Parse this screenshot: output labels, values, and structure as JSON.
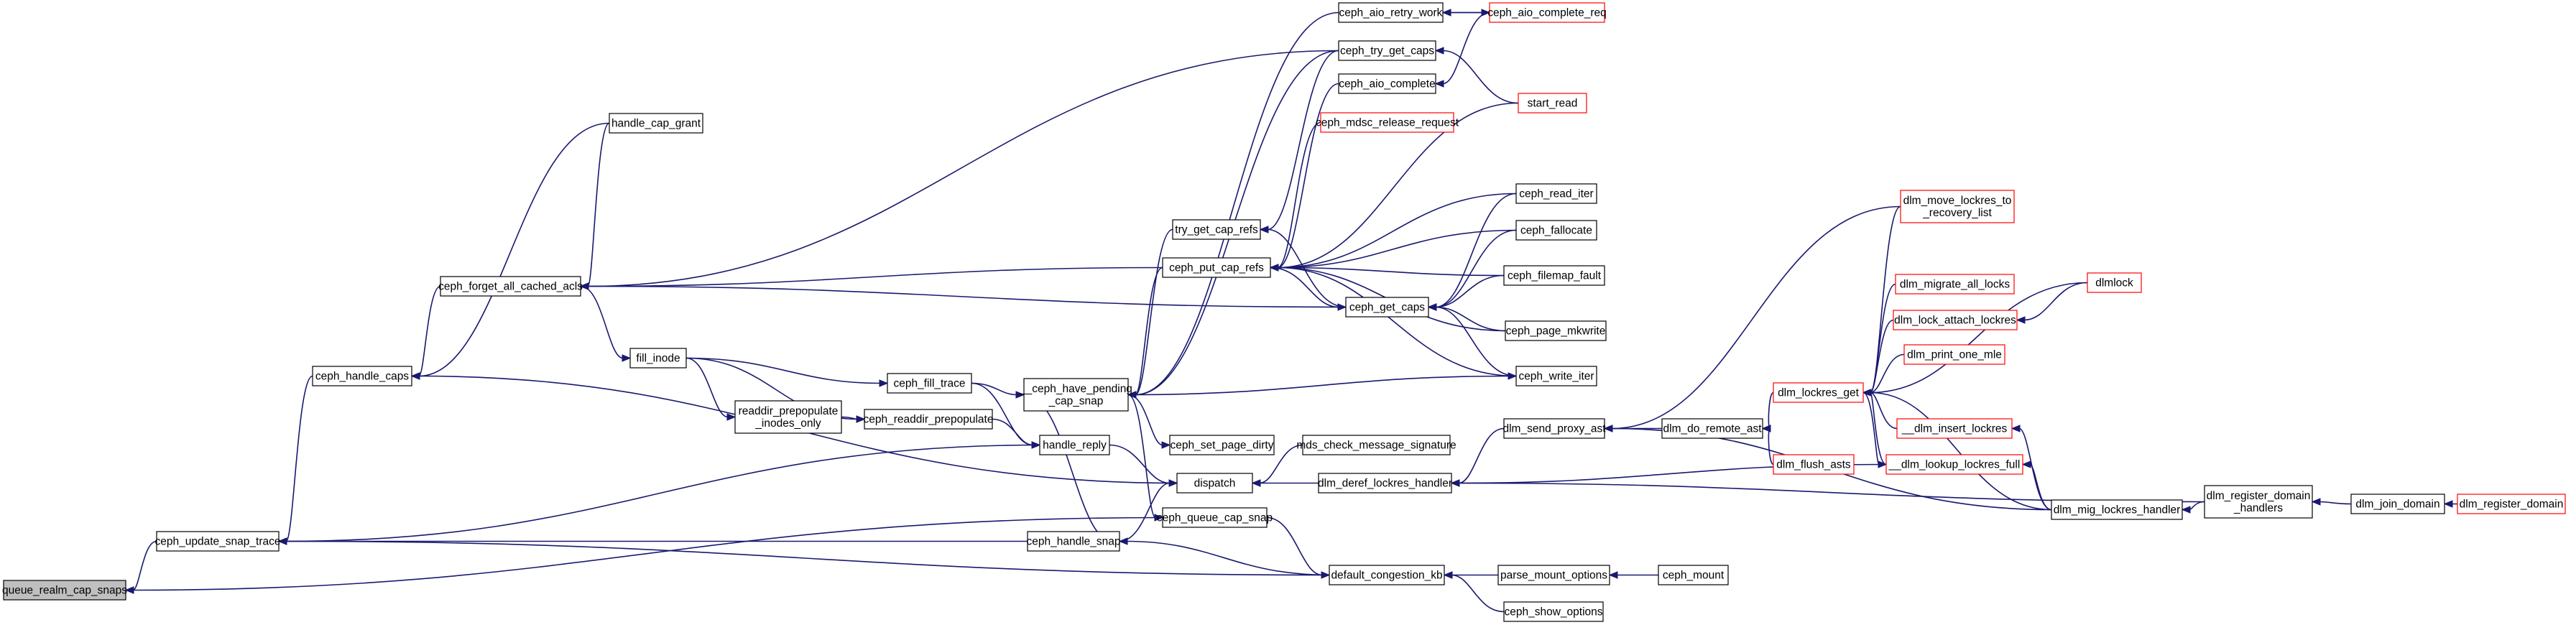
{
  "diagram": {
    "colors": {
      "edge": "#191970",
      "border": "#000000",
      "highlight_border": "#ff0000",
      "current_fill": "#bfbfbf"
    },
    "nodes": [
      {
        "id": "queue_realm_cap_snaps",
        "lines": [
          "queue_realm_cap_snaps"
        ],
        "style": "current"
      },
      {
        "id": "ceph_update_snap_trace",
        "lines": [
          "ceph_update_snap_trace"
        ],
        "style": "normal"
      },
      {
        "id": "ceph_handle_caps",
        "lines": [
          "ceph_handle_caps"
        ],
        "style": "normal"
      },
      {
        "id": "handle_cap_grant",
        "lines": [
          "handle_cap_grant"
        ],
        "style": "normal"
      },
      {
        "id": "ceph_forget_all_cached_acls",
        "lines": [
          "ceph_forget_all_cached_acls"
        ],
        "style": "normal"
      },
      {
        "id": "fill_inode",
        "lines": [
          "fill_inode"
        ],
        "style": "normal"
      },
      {
        "id": "readdir_prepopulate_inodes_only",
        "lines": [
          "readdir_prepopulate",
          "_inodes_only"
        ],
        "style": "normal"
      },
      {
        "id": "ceph_readdir_prepopulate",
        "lines": [
          "ceph_readdir_prepopulate"
        ],
        "style": "normal"
      },
      {
        "id": "ceph_fill_trace",
        "lines": [
          "ceph_fill_trace"
        ],
        "style": "normal"
      },
      {
        "id": "handle_reply",
        "lines": [
          "handle_reply"
        ],
        "style": "normal"
      },
      {
        "id": "ceph_handle_snap",
        "lines": [
          "ceph_handle_snap"
        ],
        "style": "normal"
      },
      {
        "id": "__ceph_have_pending_cap_snap",
        "lines": [
          "__ceph_have_pending",
          "_cap_snap"
        ],
        "style": "normal"
      },
      {
        "id": "try_get_cap_refs",
        "lines": [
          "try_get_cap_refs"
        ],
        "style": "normal"
      },
      {
        "id": "ceph_put_cap_refs",
        "lines": [
          "ceph_put_cap_refs"
        ],
        "style": "normal"
      },
      {
        "id": "ceph_set_page_dirty",
        "lines": [
          "ceph_set_page_dirty"
        ],
        "style": "normal"
      },
      {
        "id": "dispatch",
        "lines": [
          "dispatch"
        ],
        "style": "normal"
      },
      {
        "id": "ceph_queue_cap_snap",
        "lines": [
          "ceph_queue_cap_snap"
        ],
        "style": "normal"
      },
      {
        "id": "default_congestion_kb",
        "lines": [
          "default_congestion_kb"
        ],
        "style": "normal"
      },
      {
        "id": "ceph_aio_retry_work",
        "lines": [
          "ceph_aio_retry_work"
        ],
        "style": "normal"
      },
      {
        "id": "ceph_aio_complete_req",
        "lines": [
          "ceph_aio_complete_req"
        ],
        "style": "red"
      },
      {
        "id": "ceph_try_get_caps",
        "lines": [
          "ceph_try_get_caps"
        ],
        "style": "normal"
      },
      {
        "id": "ceph_aio_complete",
        "lines": [
          "ceph_aio_complete"
        ],
        "style": "normal"
      },
      {
        "id": "ceph_mdsc_release_request",
        "lines": [
          "ceph_mdsc_release_request"
        ],
        "style": "red"
      },
      {
        "id": "start_read",
        "lines": [
          "start_read"
        ],
        "style": "red"
      },
      {
        "id": "ceph_get_caps",
        "lines": [
          "ceph_get_caps"
        ],
        "style": "normal"
      },
      {
        "id": "ceph_read_iter",
        "lines": [
          "ceph_read_iter"
        ],
        "style": "normal"
      },
      {
        "id": "ceph_fallocate",
        "lines": [
          "ceph_fallocate"
        ],
        "style": "normal"
      },
      {
        "id": "ceph_filemap_fault",
        "lines": [
          "ceph_filemap_fault"
        ],
        "style": "normal"
      },
      {
        "id": "ceph_page_mkwrite",
        "lines": [
          "ceph_page_mkwrite"
        ],
        "style": "normal"
      },
      {
        "id": "ceph_write_iter",
        "lines": [
          "ceph_write_iter"
        ],
        "style": "normal"
      },
      {
        "id": "mds_check_message_signature",
        "lines": [
          "mds_check_message_signature"
        ],
        "style": "normal"
      },
      {
        "id": "dlm_deref_lockres_handler",
        "lines": [
          "dlm_deref_lockres_handler"
        ],
        "style": "normal"
      },
      {
        "id": "parse_mount_options",
        "lines": [
          "parse_mount_options"
        ],
        "style": "normal"
      },
      {
        "id": "ceph_show_options",
        "lines": [
          "ceph_show_options"
        ],
        "style": "normal"
      },
      {
        "id": "ceph_mount",
        "lines": [
          "ceph_mount"
        ],
        "style": "normal"
      },
      {
        "id": "dlm_send_proxy_ast",
        "lines": [
          "dlm_send_proxy_ast"
        ],
        "style": "normal"
      },
      {
        "id": "dlm_do_remote_ast",
        "lines": [
          "dlm_do_remote_ast"
        ],
        "style": "normal"
      },
      {
        "id": "dlm_flush_asts",
        "lines": [
          "dlm_flush_asts"
        ],
        "style": "red"
      },
      {
        "id": "dlm_lockres_get",
        "lines": [
          "dlm_lockres_get"
        ],
        "style": "red"
      },
      {
        "id": "dlm_move_lockres_to_recovery_list",
        "lines": [
          "dlm_move_lockres_to",
          "_recovery_list"
        ],
        "style": "red"
      },
      {
        "id": "dlm_migrate_all_locks",
        "lines": [
          "dlm_migrate_all_locks"
        ],
        "style": "red"
      },
      {
        "id": "dlm_lock_attach_lockres",
        "lines": [
          "dlm_lock_attach_lockres"
        ],
        "style": "red"
      },
      {
        "id": "dlm_print_one_mle",
        "lines": [
          "dlm_print_one_mle"
        ],
        "style": "red"
      },
      {
        "id": "__dlm_insert_lockres",
        "lines": [
          "__dlm_insert_lockres"
        ],
        "style": "red"
      },
      {
        "id": "__dlm_lookup_lockres_full",
        "lines": [
          "__dlm_lookup_lockres_full"
        ],
        "style": "red"
      },
      {
        "id": "dlm_mig_lockres_handler",
        "lines": [
          "dlm_mig_lockres_handler"
        ],
        "style": "normal"
      },
      {
        "id": "dlmlock",
        "lines": [
          "dlmlock"
        ],
        "style": "red"
      },
      {
        "id": "dlm_register_domain_handlers",
        "lines": [
          "dlm_register_domain",
          "_handlers"
        ],
        "style": "normal"
      },
      {
        "id": "dlm_join_domain",
        "lines": [
          "dlm_join_domain"
        ],
        "style": "normal"
      },
      {
        "id": "dlm_register_domain",
        "lines": [
          "dlm_register_domain"
        ],
        "style": "red"
      }
    ],
    "edges": [
      [
        "queue_realm_cap_snaps",
        "ceph_update_snap_trace"
      ],
      [
        "queue_realm_cap_snaps",
        "ceph_queue_cap_snap"
      ],
      [
        "ceph_update_snap_trace",
        "ceph_handle_caps"
      ],
      [
        "ceph_update_snap_trace",
        "handle_reply"
      ],
      [
        "ceph_update_snap_trace",
        "ceph_handle_snap"
      ],
      [
        "ceph_update_snap_trace",
        "default_congestion_kb"
      ],
      [
        "ceph_handle_caps",
        "handle_cap_grant"
      ],
      [
        "ceph_handle_caps",
        "ceph_forget_all_cached_acls"
      ],
      [
        "ceph_handle_caps",
        "dispatch"
      ],
      [
        "ceph_forget_all_cached_acls",
        "handle_cap_grant"
      ],
      [
        "ceph_forget_all_cached_acls",
        "ceph_try_get_caps"
      ],
      [
        "ceph_forget_all_cached_acls",
        "ceph_put_cap_refs"
      ],
      [
        "ceph_forget_all_cached_acls",
        "ceph_get_caps"
      ],
      [
        "fill_inode",
        "ceph_forget_all_cached_acls"
      ],
      [
        "readdir_prepopulate_inodes_only",
        "fill_inode"
      ],
      [
        "ceph_readdir_prepopulate",
        "fill_inode"
      ],
      [
        "ceph_readdir_prepopulate",
        "readdir_prepopulate_inodes_only"
      ],
      [
        "ceph_fill_trace",
        "fill_inode"
      ],
      [
        "handle_reply",
        "ceph_readdir_prepopulate"
      ],
      [
        "handle_reply",
        "ceph_fill_trace"
      ],
      [
        "dispatch",
        "handle_reply"
      ],
      [
        "dispatch",
        "ceph_handle_snap"
      ],
      [
        "ceph_handle_snap",
        "__ceph_have_pending_cap_snap"
      ],
      [
        "ceph_handle_snap",
        "default_congestion_kb"
      ],
      [
        "__ceph_have_pending_cap_snap",
        "ceph_fill_trace"
      ],
      [
        "__ceph_have_pending_cap_snap",
        "ceph_aio_retry_work"
      ],
      [
        "__ceph_have_pending_cap_snap",
        "ceph_try_get_caps"
      ],
      [
        "__ceph_have_pending_cap_snap",
        "try_get_cap_refs"
      ],
      [
        "__ceph_have_pending_cap_snap",
        "ceph_put_cap_refs"
      ],
      [
        "ceph_set_page_dirty",
        "__ceph_have_pending_cap_snap"
      ],
      [
        "ceph_queue_cap_snap",
        "__ceph_have_pending_cap_snap"
      ],
      [
        "ceph_write_iter",
        "__ceph_have_pending_cap_snap"
      ],
      [
        "default_congestion_kb",
        "ceph_queue_cap_snap"
      ],
      [
        "try_get_cap_refs",
        "ceph_try_get_caps"
      ],
      [
        "try_get_cap_refs",
        "ceph_get_caps"
      ],
      [
        "ceph_put_cap_refs",
        "ceph_aio_complete"
      ],
      [
        "ceph_put_cap_refs",
        "ceph_mdsc_release_request"
      ],
      [
        "ceph_put_cap_refs",
        "start_read"
      ],
      [
        "ceph_put_cap_refs",
        "ceph_read_iter"
      ],
      [
        "ceph_put_cap_refs",
        "ceph_fallocate"
      ],
      [
        "ceph_put_cap_refs",
        "ceph_filemap_fault"
      ],
      [
        "ceph_put_cap_refs",
        "ceph_page_mkwrite"
      ],
      [
        "ceph_put_cap_refs",
        "ceph_write_iter"
      ],
      [
        "ceph_get_caps",
        "ceph_put_cap_refs"
      ],
      [
        "ceph_aio_retry_work",
        "ceph_aio_complete_req"
      ],
      [
        "ceph_aio_complete_req",
        "ceph_aio_retry_work"
      ],
      [
        "ceph_aio_complete",
        "ceph_aio_complete_req"
      ],
      [
        "ceph_try_get_caps",
        "start_read"
      ],
      [
        "ceph_get_caps",
        "ceph_read_iter"
      ],
      [
        "ceph_get_caps",
        "ceph_fallocate"
      ],
      [
        "ceph_get_caps",
        "ceph_filemap_fault"
      ],
      [
        "ceph_get_caps",
        "ceph_page_mkwrite"
      ],
      [
        "ceph_get_caps",
        "ceph_write_iter"
      ],
      [
        "dispatch",
        "mds_check_message_signature"
      ],
      [
        "dispatch",
        "dlm_deref_lockres_handler"
      ],
      [
        "default_congestion_kb",
        "parse_mount_options"
      ],
      [
        "default_congestion_kb",
        "ceph_show_options"
      ],
      [
        "parse_mount_options",
        "ceph_mount"
      ],
      [
        "dlm_deref_lockres_handler",
        "dlm_send_proxy_ast"
      ],
      [
        "dlm_deref_lockres_handler",
        "__dlm_lookup_lockres_full"
      ],
      [
        "dlm_deref_lockres_handler",
        "dlm_register_domain_handlers"
      ],
      [
        "dlm_send_proxy_ast",
        "dlm_move_lockres_to_recovery_list"
      ],
      [
        "dlm_send_proxy_ast",
        "dlm_do_remote_ast"
      ],
      [
        "dlm_send_proxy_ast",
        "dlm_mig_lockres_handler"
      ],
      [
        "dlm_do_remote_ast",
        "dlm_lockres_get"
      ],
      [
        "dlm_do_remote_ast",
        "dlm_flush_asts"
      ],
      [
        "dlm_lockres_get",
        "dlm_move_lockres_to_recovery_list"
      ],
      [
        "dlm_lockres_get",
        "dlm_migrate_all_locks"
      ],
      [
        "dlm_lockres_get",
        "dlm_lock_attach_lockres"
      ],
      [
        "dlm_lockres_get",
        "dlm_print_one_mle"
      ],
      [
        "dlm_lockres_get",
        "__dlm_insert_lockres"
      ],
      [
        "dlm_lockres_get",
        "__dlm_lookup_lockres_full"
      ],
      [
        "dlm_lockres_get",
        "dlm_mig_lockres_handler"
      ],
      [
        "dlm_lockres_get",
        "dlmlock"
      ],
      [
        "dlm_lock_attach_lockres",
        "dlmlock"
      ],
      [
        "__dlm_insert_lockres",
        "dlm_mig_lockres_handler"
      ],
      [
        "__dlm_lookup_lockres_full",
        "dlm_lockres_get"
      ],
      [
        "__dlm_lookup_lockres_full",
        "dlm_mig_lockres_handler"
      ],
      [
        "dlm_mig_lockres_handler",
        "dlm_register_domain_handlers"
      ],
      [
        "dlm_register_domain_handlers",
        "dlm_join_domain"
      ],
      [
        "dlm_join_domain",
        "dlm_register_domain"
      ]
    ]
  }
}
